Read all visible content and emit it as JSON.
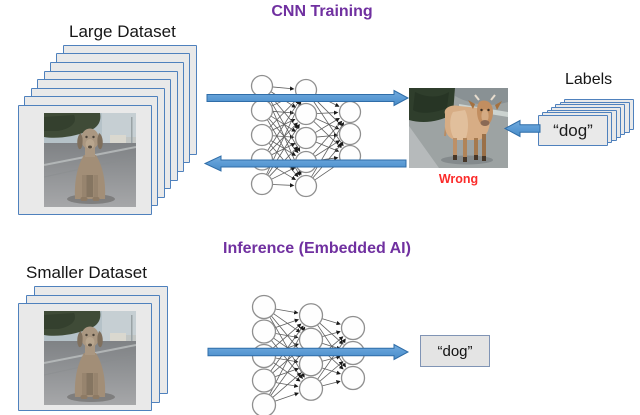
{
  "training": {
    "title": "CNN Training"
  },
  "inference": {
    "title": "Inference (Embedded AI)"
  },
  "large_dataset": {
    "label": "Large Dataset",
    "card_count": 8,
    "image": "dog-photo"
  },
  "smaller_dataset": {
    "label": "Smaller Dataset",
    "card_count": 3,
    "image": "dog-photo"
  },
  "labels_stack": {
    "label": "Labels",
    "card_count": 7,
    "card_text": "“dog”"
  },
  "training_result": {
    "image": "cow-photo",
    "status": "Wrong"
  },
  "inference_result": {
    "output_text": "“dog”"
  },
  "networks": {
    "training": {
      "layers": [
        5,
        5,
        3
      ]
    },
    "inference": {
      "layers": [
        5,
        4,
        3
      ]
    }
  },
  "colors": {
    "title_purple": "#7030a0",
    "arrow_blue": "#5b9bd5",
    "arrow_border": "#2f6da8",
    "card_fill": "#e9e9e9",
    "card_border": "#4f81bd",
    "wrong_red": "#fb2b2a",
    "node_stroke": "#8f8f8f",
    "edge_line": "#5f5f5f"
  }
}
